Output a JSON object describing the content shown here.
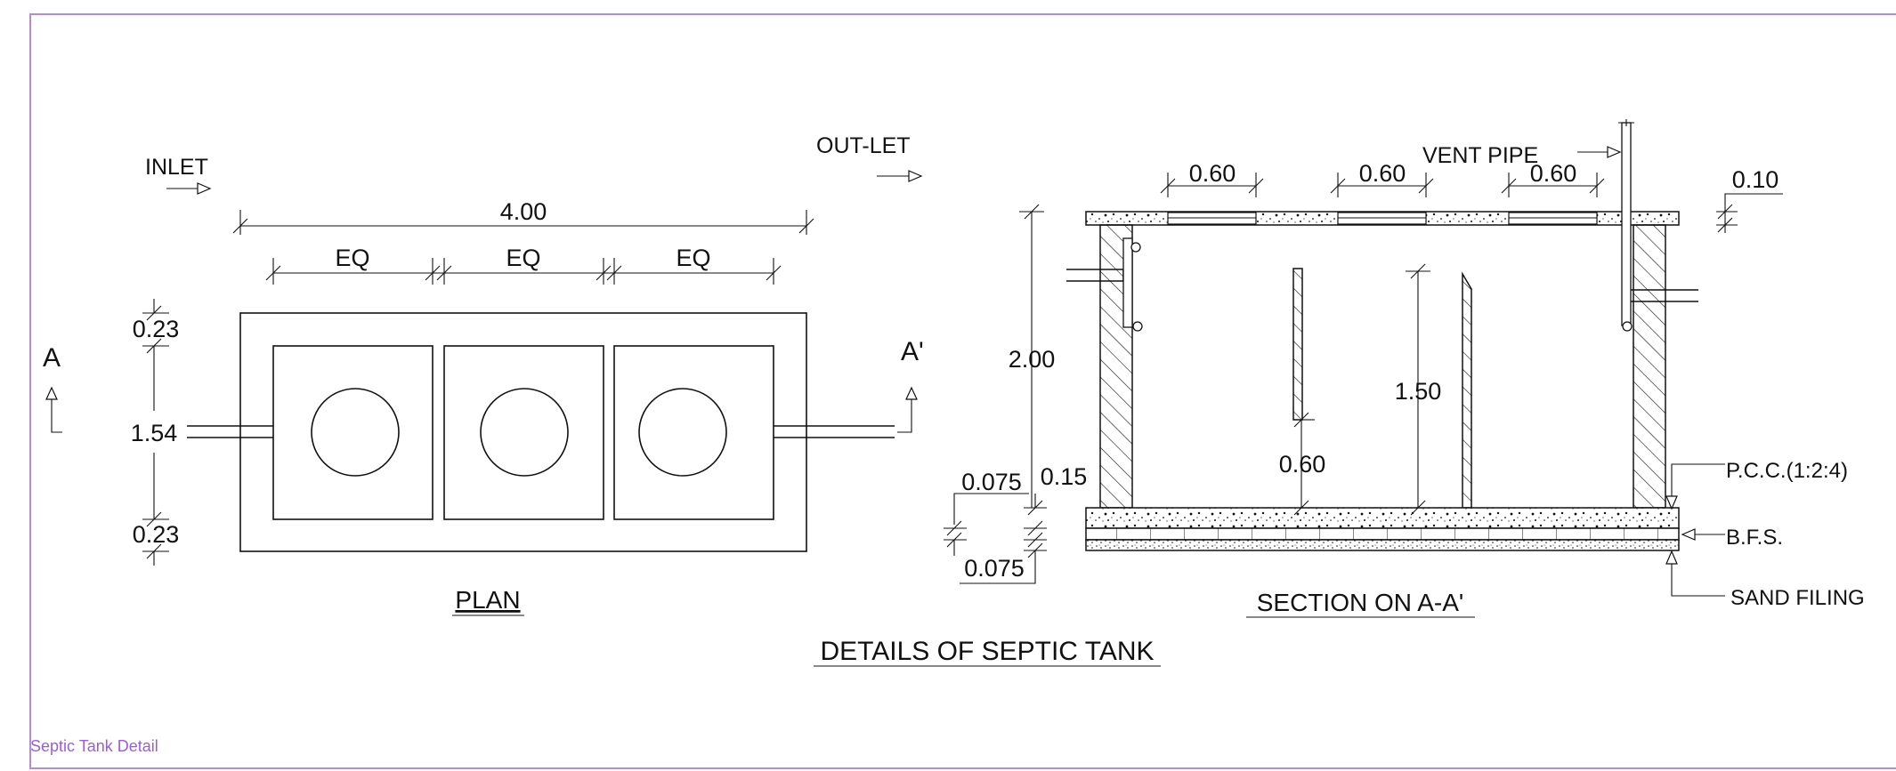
{
  "drawing": {
    "title": "DETAILS OF SEPTIC TANK",
    "sheet_label": "Septic Tank Detail",
    "frame_color": "#b58ad6"
  },
  "plan": {
    "title": "PLAN",
    "inlet_label": "INLET",
    "outlet_label": "OUT-LET",
    "section_mark_left": "A",
    "section_mark_right": "A'",
    "overall_length": "4.00",
    "chamber_labels": [
      "EQ",
      "EQ",
      "EQ"
    ],
    "wall_top": "0.23",
    "inner_width": "1.54",
    "wall_bottom": "0.23"
  },
  "section": {
    "title": "SECTION ON A-A'",
    "vent_pipe_label": "VENT PIPE",
    "opening_dims": [
      "0.60",
      "0.60",
      "0.60"
    ],
    "slab_thickness": "0.10",
    "depth": "2.00",
    "baffle_height": "1.50",
    "baffle_gap": "0.60",
    "pcc_thickness": "0.15",
    "layer_top": "0.075",
    "layer_bottom": "0.075",
    "pcc_label": "P.C.C.(1:2:4)",
    "bfs_label": "B.F.S.",
    "sand_label": "SAND FILING"
  }
}
